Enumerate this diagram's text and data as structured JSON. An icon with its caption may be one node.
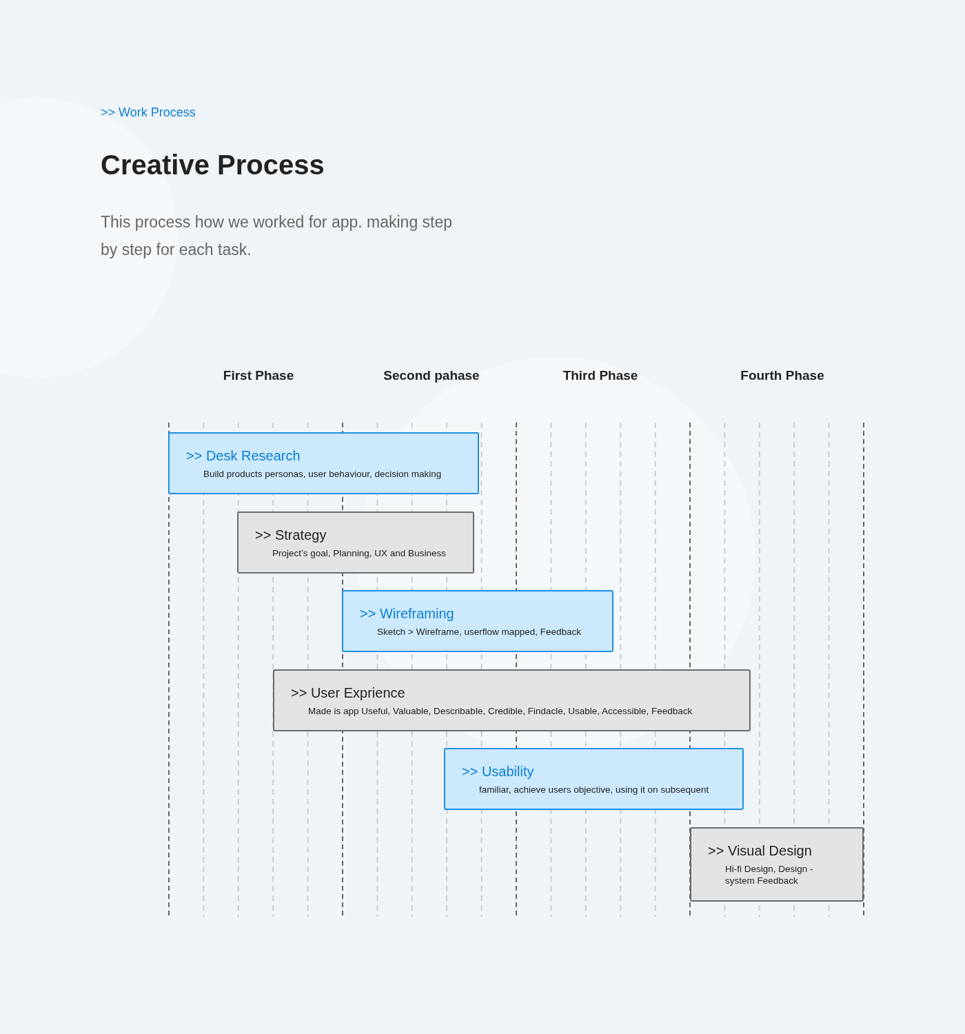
{
  "diagram": {
    "title": "Creative Process",
    "nodes": [
      {
        "text": [
          ">> Desk Research",
          "Build products personas, user behaviour, decision making"
        ]
      },
      {
        "text": [
          ">> Strategy",
          "Project’s goal, Planning, UX and Business"
        ]
      },
      {
        "text": [
          ">> Wireframing",
          "Sketch > Wireframe, userflow mapped, Feedback"
        ]
      },
      {
        "text": [
          ">> User Exprience",
          "Made is app Useful, Valuable, Describable, Credible, Findacle, Usable, Accessible, Feedback"
        ]
      },
      {
        "text": [
          ">> Usability",
          "familiar, achieve users objective, using it on subsequent"
        ]
      },
      {
        "text": [
          ">> Visual Design",
          "Hi-fi Design, Design - system Feedback"
        ]
      }
    ],
    "labels": [
      ">> Work Process",
      "This process how we worked for app. making step by step for each task.",
      "First Phase",
      "Second pahase",
      "Third Phase",
      "Fourth Phase"
    ]
  }
}
